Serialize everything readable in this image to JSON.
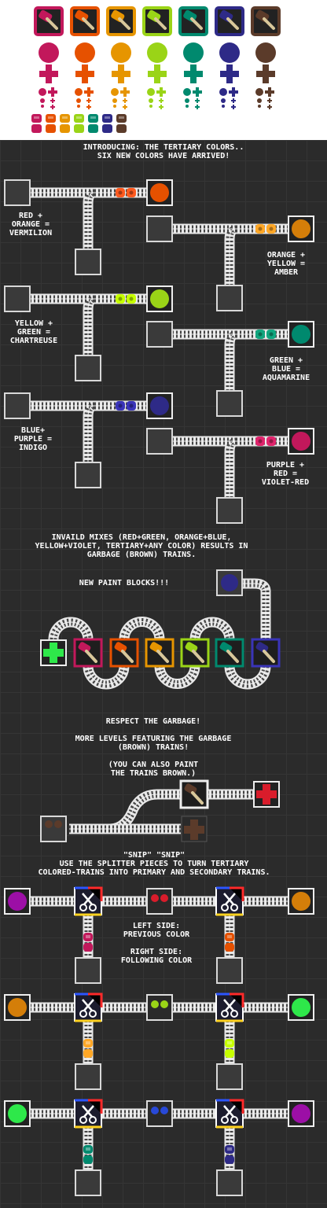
{
  "colors": {
    "red": "#c2185b",
    "orange": "#e65100",
    "amber": "#e69500",
    "lime": "#9ad417",
    "teal": "#00896e",
    "indigo": "#2e2a87",
    "brown": "#5b3b2a",
    "vermilion": "#ff5a1f",
    "amber_bright": "#ffa726",
    "chartreuse": "#c6ff00",
    "aquamarine": "#11a67f",
    "indigo_bright": "#3a34b8",
    "violet_red": "#e0246c",
    "purple": "#9c0fa6",
    "green": "#2ee84a",
    "blue": "#2849d8",
    "amber_dot": "#d47e09"
  },
  "captions": {
    "intro": "INTRODUCING: THE TERTIARY COLORS..\nSIX NEW COLORS HAVE ARRIVED!",
    "vermilion": "RED +\nORANGE =\nVERMILION",
    "amber": "ORANGE +\nYELLOW =\nAMBER",
    "chartreuse": "YELLOW +\nGREEN =\nCHARTREUSE",
    "aquamarine": "GREEN +\nBLUE =\nAQUAMARINE",
    "indigo": "BLUE+\nPURPLE =\nINDIGO",
    "violet_red": "PURPLE +\nRED =\nVIOLET-RED",
    "invalid": "INVAILD MIXES (RED+GREEN, ORANGE+BLUE,\nYELLOW+VIOLET, TERTIARY+ANY COLOR) RESULTS IN\nGARBAGE (BROWN) TRAINS.",
    "paint_blocks": "NEW PAINT BLOCKS!!!",
    "garbage": "RESPECT THE GARBAGE!\n\nMORE LEVELS FEATURING THE GARBAGE\n(BROWN) TRAINS!\n\n(YOU CAN ALSO PAINT\nTHE TRAINS BROWN.)",
    "snip": "\"SNIP\" \"SNIP\"\nUSE THE SPLITTER PIECES TO TURN TERTIARY\nCOLORED-TRAINS INTO PRIMARY AND SECONDARY TRAINS.",
    "sides": "LEFT SIDE:\nPREVIOUS COLOR\n\nRIGHT SIDE:\nFOLLOWING COLOR"
  },
  "icons": {
    "paint_block": "paint-roller-icon",
    "paint_block_dark": "brown-paint-roller-icon",
    "target": "target-circle-icon",
    "splitter": "scissors-icon",
    "source": "source-block-icon",
    "station": "empty-station-icon",
    "plus": "plus-target-icon",
    "train": "train-car-icon"
  }
}
